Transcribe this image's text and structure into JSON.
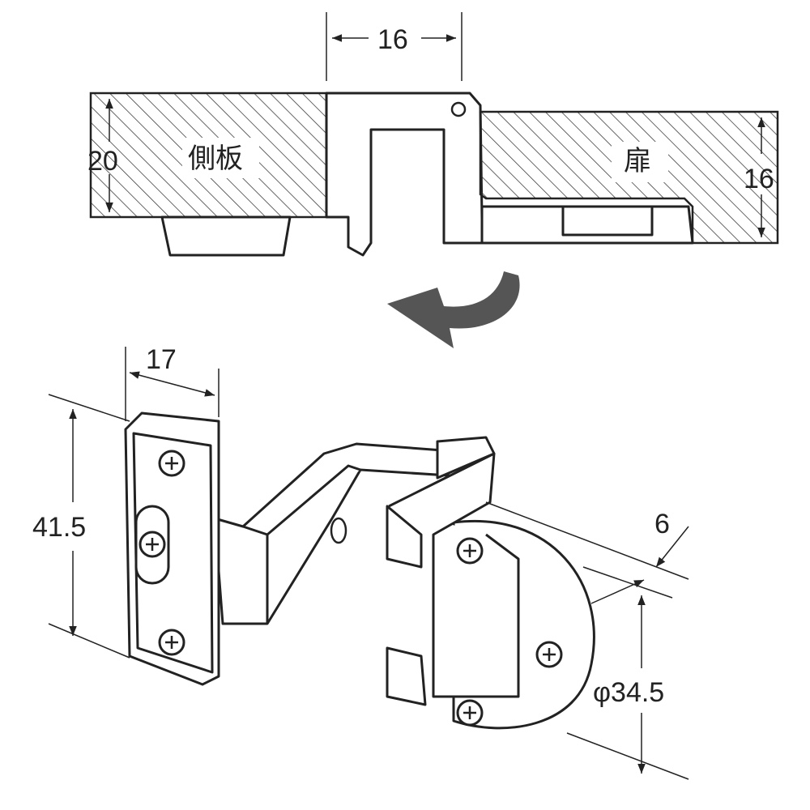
{
  "diagram": {
    "top_view": {
      "gap_dimension": "16",
      "side_panel_thickness": "20",
      "side_panel_label": "側板",
      "door_label": "扉",
      "door_thickness": "16"
    },
    "hinge_view": {
      "plate_width": "17",
      "plate_height": "41.5",
      "cup_depth": "6",
      "cup_diameter": "φ34.5"
    },
    "colors": {
      "line": "#222222",
      "arrow": "#555555"
    }
  }
}
